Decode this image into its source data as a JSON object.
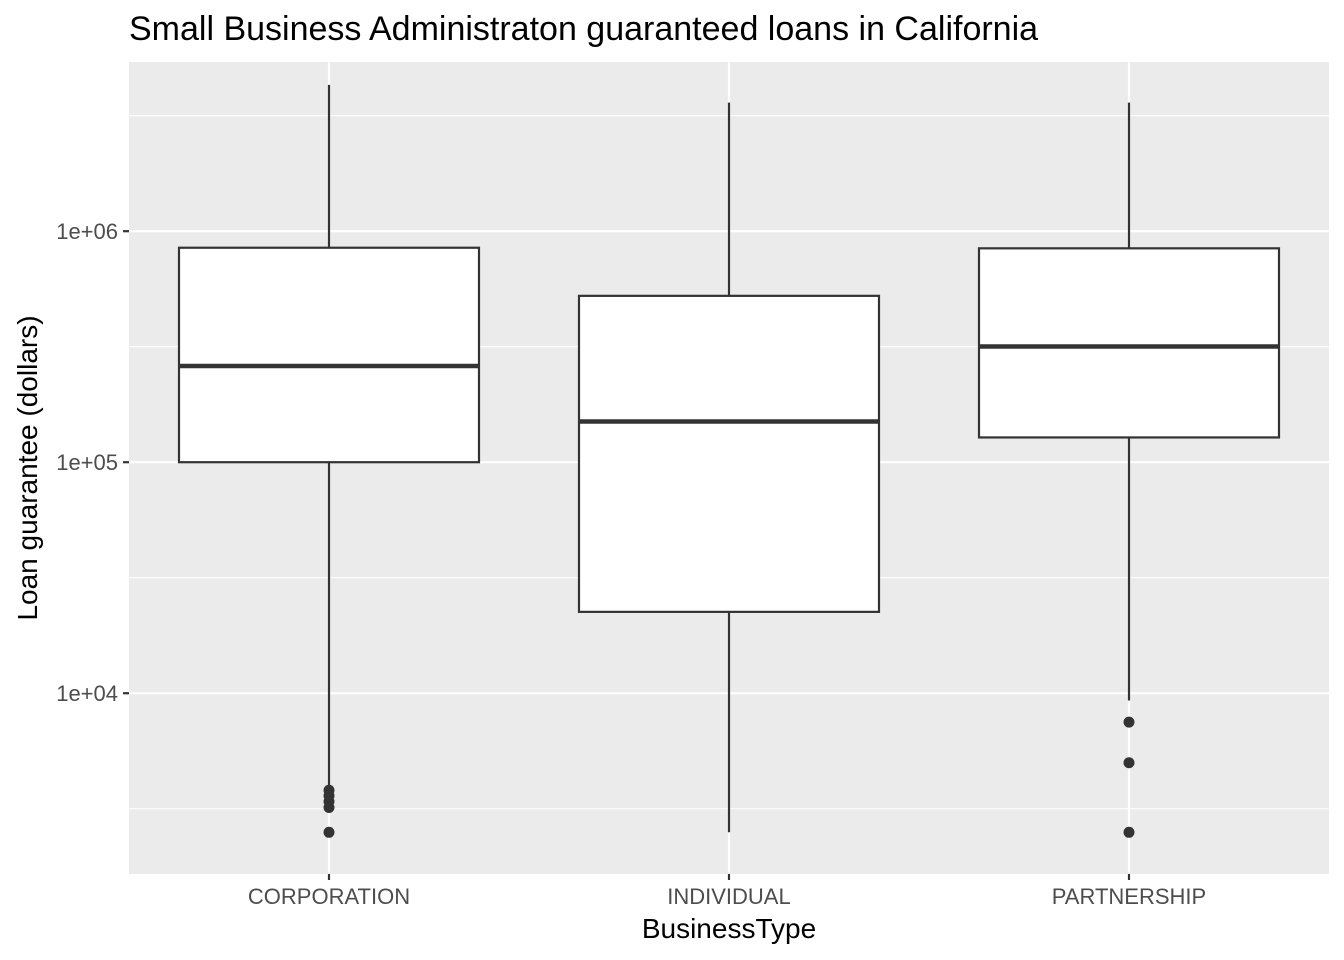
{
  "chart_data": {
    "type": "boxplot",
    "title": "Small Business Administraton guaranteed loans in California",
    "xlabel": "BusinessType",
    "ylabel": "Loan guarantee (dollars)",
    "y_scale": "log10",
    "ylim": [
      1650,
      5400000
    ],
    "y_ticks": [
      {
        "value": 10000,
        "label": "1e+04"
      },
      {
        "value": 100000,
        "label": "1e+05"
      },
      {
        "value": 1000000,
        "label": "1e+06"
      }
    ],
    "y_minor": [
      3162,
      31623,
      316228,
      3162278
    ],
    "grid": true,
    "categories": [
      "CORPORATION",
      "INDIVIDUAL",
      "PARTNERSHIP"
    ],
    "boxes": [
      {
        "category": "CORPORATION",
        "whisker_low": 4000,
        "q1": 100000,
        "median": 261000,
        "q3": 848000,
        "whisker_high": 4300000,
        "outliers": [
          3800,
          3600,
          3400,
          3200,
          2500
        ]
      },
      {
        "category": "INDIVIDUAL",
        "whisker_low": 2500,
        "q1": 22500,
        "median": 150000,
        "q3": 525000,
        "whisker_high": 3600000,
        "outliers": []
      },
      {
        "category": "PARTNERSHIP",
        "whisker_low": 9300,
        "q1": 128000,
        "median": 317000,
        "q3": 843000,
        "whisker_high": 3600000,
        "outliers": [
          7500,
          5000,
          2500
        ]
      }
    ]
  }
}
